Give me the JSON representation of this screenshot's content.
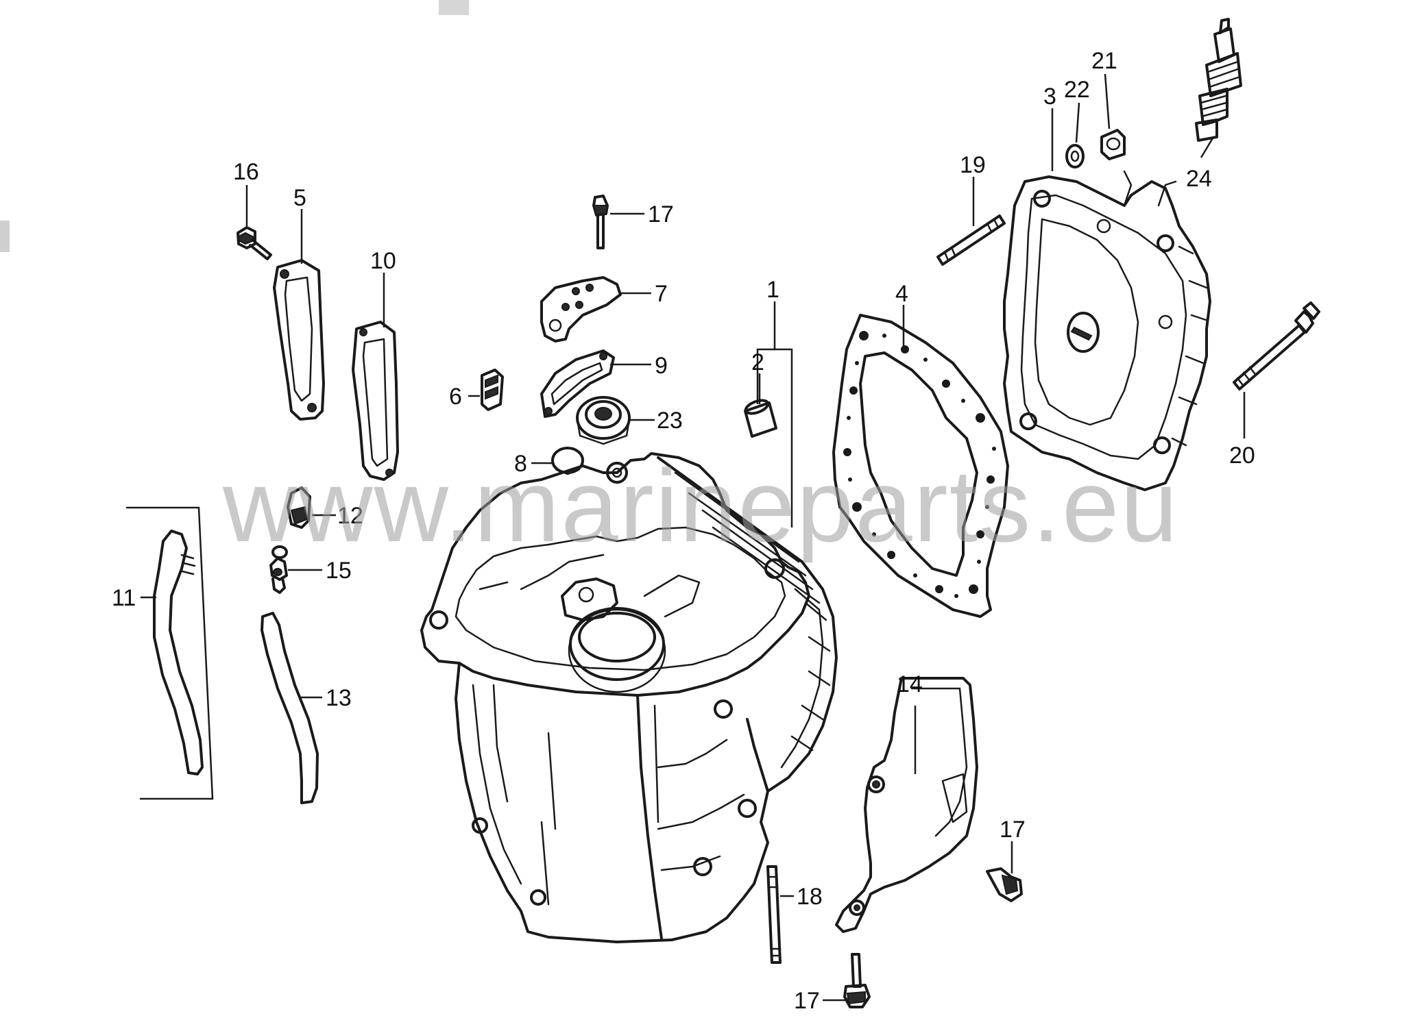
{
  "watermark": "www.marineparts.eu",
  "callouts": [
    {
      "id": "c1",
      "label": "1"
    },
    {
      "id": "c2",
      "label": "2"
    },
    {
      "id": "c3",
      "label": "3"
    },
    {
      "id": "c4",
      "label": "4"
    },
    {
      "id": "c5",
      "label": "5"
    },
    {
      "id": "c6",
      "label": "6"
    },
    {
      "id": "c7",
      "label": "7"
    },
    {
      "id": "c8",
      "label": "8"
    },
    {
      "id": "c9",
      "label": "9"
    },
    {
      "id": "c10",
      "label": "10"
    },
    {
      "id": "c11",
      "label": "11"
    },
    {
      "id": "c12",
      "label": "12"
    },
    {
      "id": "c13",
      "label": "13"
    },
    {
      "id": "c14",
      "label": "14"
    },
    {
      "id": "c15",
      "label": "15"
    },
    {
      "id": "c16",
      "label": "16"
    },
    {
      "id": "c17a",
      "label": "17"
    },
    {
      "id": "c17b",
      "label": "17"
    },
    {
      "id": "c17c",
      "label": "17"
    },
    {
      "id": "c18",
      "label": "18"
    },
    {
      "id": "c19",
      "label": "19"
    },
    {
      "id": "c20",
      "label": "20"
    },
    {
      "id": "c21",
      "label": "21"
    },
    {
      "id": "c22",
      "label": "22"
    },
    {
      "id": "c23",
      "label": "23"
    },
    {
      "id": "c24",
      "label": "24"
    }
  ]
}
